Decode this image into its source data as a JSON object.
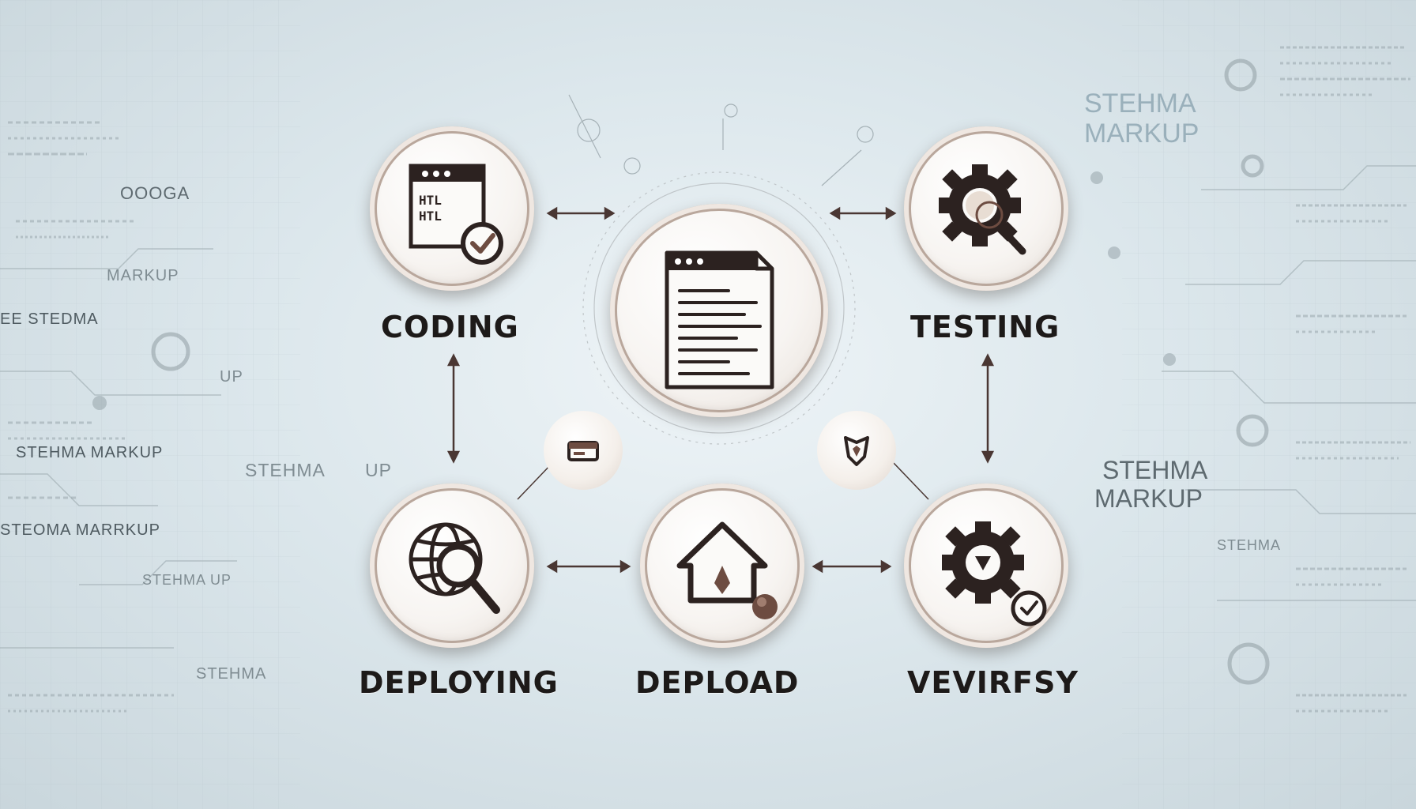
{
  "center": {
    "label": ""
  },
  "nodes": {
    "coding": {
      "label": "CODING",
      "icon": "html-window-check-icon",
      "code_line1": "HTL",
      "code_line2": "HTL"
    },
    "testing": {
      "label": "TESTING",
      "icon": "gear-magnifier-icon"
    },
    "deploying": {
      "label": "DEPLOYING",
      "icon": "globe-magnifier-icon"
    },
    "depload": {
      "label": "DEPLOAD",
      "icon": "house-icon"
    },
    "verify": {
      "label": "VEVIRFSY",
      "icon": "gear-check-icon"
    }
  },
  "small_nodes": [
    {
      "icon": "card-icon"
    },
    {
      "icon": "shield-icon"
    }
  ],
  "background_text": {
    "left": [
      "OOOGA",
      "MARKUP",
      "EE STEDMA",
      "UP",
      "STEHMA MARKUP",
      "STEHMA",
      "UP",
      "STEOMA MARRKUP",
      "STEHMA UP",
      "STEHMA"
    ],
    "right": [
      "STEHMA",
      "MARKUP",
      "STEHMA",
      "MARKUP",
      "STEHMA"
    ]
  },
  "colors": {
    "arrow": "#4a3733",
    "icon": "#2c2220",
    "accent_brown": "#6d4c41",
    "label": "#1d1a19"
  }
}
